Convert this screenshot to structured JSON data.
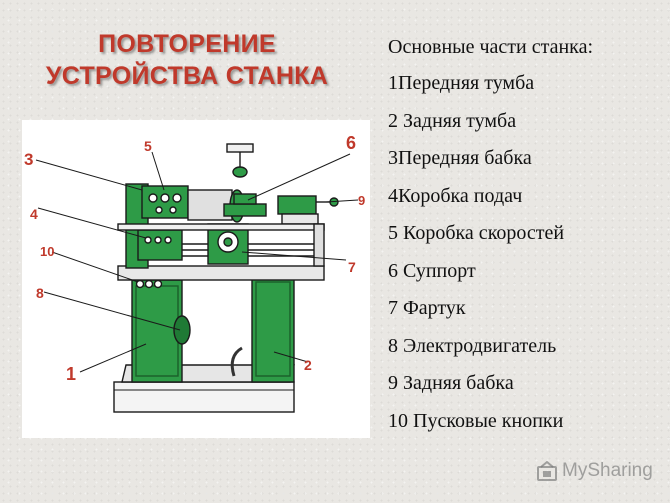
{
  "title": {
    "line1": "ПОВТОРЕНИЕ",
    "line2": "УСТРОЙСТВА СТАНКА"
  },
  "parts": {
    "heading": "Основные части станка:",
    "items": [
      "1Передняя тумба",
      "2 Задняя тумба",
      "3Передняя бабка",
      "4Коробка подач",
      "5 Коробка скоростей",
      "6 Суппорт",
      "7 Фартук",
      "8 Электродвигатель",
      "9 Задняя бабка",
      "10 Пусковые кнопки"
    ]
  },
  "diagram": {
    "labels": [
      "1",
      "2",
      "3",
      "4",
      "5",
      "6",
      "7",
      "8",
      "9",
      "10"
    ]
  },
  "watermark": {
    "text": "MySharing",
    "icon": "logo-icon"
  },
  "colors": {
    "title": "#c0392b",
    "labels": "#c0392b",
    "machine_green": "#2e9b47",
    "text": "#111111"
  }
}
